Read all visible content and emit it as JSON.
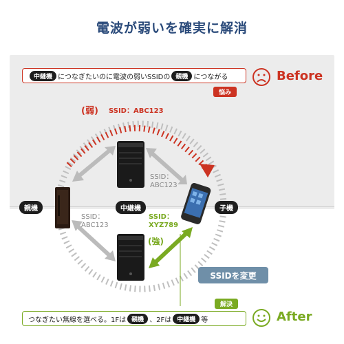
{
  "title": "電波が弱いを確実に解消",
  "before": {
    "bubble_pre": "中継機",
    "bubble_mid": "につなぎたいのに電波の弱いSSIDの",
    "bubble_chip2": "親機",
    "bubble_post": "につながる",
    "tag": "悩み",
    "label": "Before",
    "weak": "(弱)",
    "ssid": "SSID：ABC123"
  },
  "diagram": {
    "parent_label": "親機",
    "repeater_label": "中継機",
    "child_label": "子機",
    "ssid_top_line1": "SSID：",
    "ssid_top_line2": "ABC123",
    "ssid_left_line1": "SSID：",
    "ssid_left_line2": "ABC123",
    "ssid_right_line1": "SSID：",
    "ssid_right_line2": "XYZ789",
    "strong": "(強)",
    "change_button": "SSIDを変更"
  },
  "after": {
    "tag": "解決",
    "bubble_pre": "つなぎたい無線を選べる。1Fは",
    "chip1": "親機",
    "bubble_mid": "、2Fは",
    "chip2": "中継機",
    "bubble_post": "等",
    "label": "After"
  },
  "colors": {
    "title": "#2a4a7a",
    "before_red": "#cc3322",
    "after_green": "#7aaa22",
    "button_blue": "#6f8fa8"
  }
}
